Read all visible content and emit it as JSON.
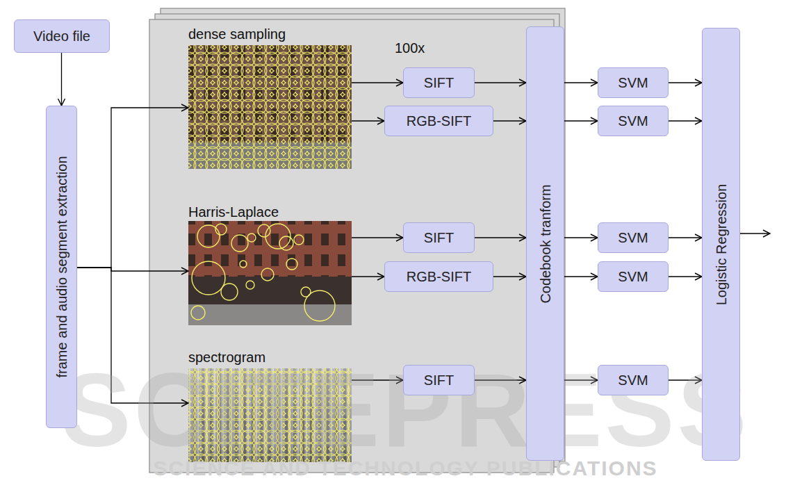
{
  "diagram": {
    "nodes": [
      {
        "text": [
          "Video file"
        ]
      },
      {
        "text": [
          "frame and audio segment extraction"
        ]
      },
      {
        "text": [
          "100x"
        ]
      },
      {
        "text": [
          "dense sampling"
        ],
        "in": 2
      },
      {
        "text": [
          "SIFT"
        ],
        "in": 2
      },
      {
        "text": [
          "RGB-SIFT"
        ],
        "in": 2
      },
      {
        "text": [
          "Harris-Laplace"
        ],
        "in": 2
      },
      {
        "text": [
          "SIFT"
        ],
        "in": 2
      },
      {
        "text": [
          "RGB-SIFT"
        ],
        "in": 2
      },
      {
        "text": [
          "spectrogram"
        ],
        "in": 2
      },
      {
        "text": [
          "SIFT"
        ],
        "in": 2
      },
      {
        "text": [
          "Codebook tranform"
        ],
        "in": 2
      },
      {
        "text": [
          "SVM"
        ]
      },
      {
        "text": [
          "SVM"
        ]
      },
      {
        "text": [
          "SVM"
        ]
      },
      {
        "text": [
          "SVM"
        ]
      },
      {
        "text": [
          "SVM"
        ]
      },
      {
        "text": [
          "Logistic Regression"
        ]
      }
    ],
    "edges": [
      {
        "from": 0,
        "to": 1,
        "arrow": "to"
      },
      {
        "from": 1,
        "to": 3,
        "arrow": "to"
      },
      {
        "from": 1,
        "to": 6,
        "arrow": "to"
      },
      {
        "from": 1,
        "to": 9,
        "arrow": "to"
      },
      {
        "from": 3,
        "to": 4,
        "arrow": "to"
      },
      {
        "from": 3,
        "to": 5,
        "arrow": "to"
      },
      {
        "from": 6,
        "to": 7,
        "arrow": "to"
      },
      {
        "from": 6,
        "to": 8,
        "arrow": "to"
      },
      {
        "from": 9,
        "to": 10,
        "arrow": "to"
      },
      {
        "from": 4,
        "to": 11,
        "arrow": "to"
      },
      {
        "from": 5,
        "to": 11,
        "arrow": "to"
      },
      {
        "from": 7,
        "to": 11,
        "arrow": "to"
      },
      {
        "from": 8,
        "to": 11,
        "arrow": "to"
      },
      {
        "from": 10,
        "to": 11,
        "arrow": "to"
      },
      {
        "from": 11,
        "to": 12,
        "arrow": "to"
      },
      {
        "from": 11,
        "to": 13,
        "arrow": "to"
      },
      {
        "from": 11,
        "to": 14,
        "arrow": "to"
      },
      {
        "from": 11,
        "to": 15,
        "arrow": "to"
      },
      {
        "from": 11,
        "to": 16,
        "arrow": "to"
      },
      {
        "from": 12,
        "to": 17,
        "arrow": "to"
      },
      {
        "from": 13,
        "to": 17,
        "arrow": "to"
      },
      {
        "from": 14,
        "to": 17,
        "arrow": "to"
      },
      {
        "from": 15,
        "to": 17,
        "arrow": "to"
      },
      {
        "from": 16,
        "to": 17,
        "arrow": "to"
      }
    ],
    "labels": [
      "SCITEPRESS",
      "SCIENCE AND TECHNOLOGY PUBLICATIONS"
    ]
  }
}
